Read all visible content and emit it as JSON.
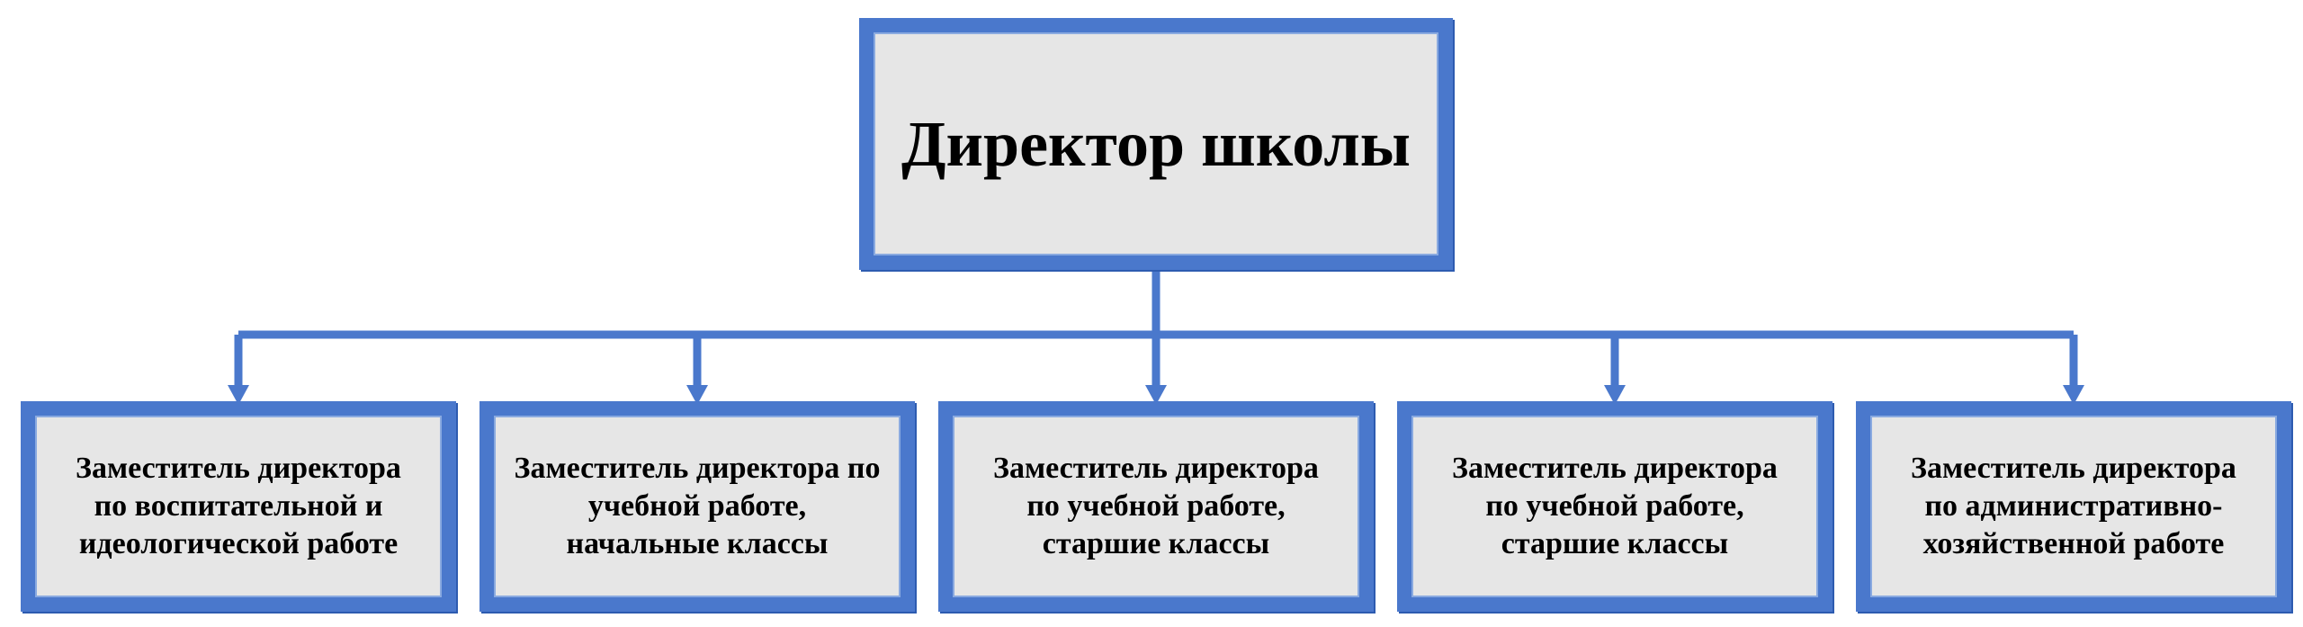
{
  "diagram": {
    "type": "org-chart",
    "colors": {
      "box_border": "#4a78cc",
      "box_fill": "#e6e6e6",
      "connector": "#4a78cc",
      "text": "#000000"
    },
    "root": {
      "label": "Директор школы"
    },
    "children": [
      {
        "label": "Заместитель директора\nпо воспитательной и\nидеологической работе"
      },
      {
        "label": "Заместитель директора по\nучебной работе,\nначальные классы"
      },
      {
        "label": "Заместитель директора\nпо учебной работе,\nстаршие классы"
      },
      {
        "label": "Заместитель директора\nпо учебной работе,\nстаршие классы"
      },
      {
        "label": "Заместитель директора\nпо административно-\nхозяйственной работе"
      }
    ]
  }
}
